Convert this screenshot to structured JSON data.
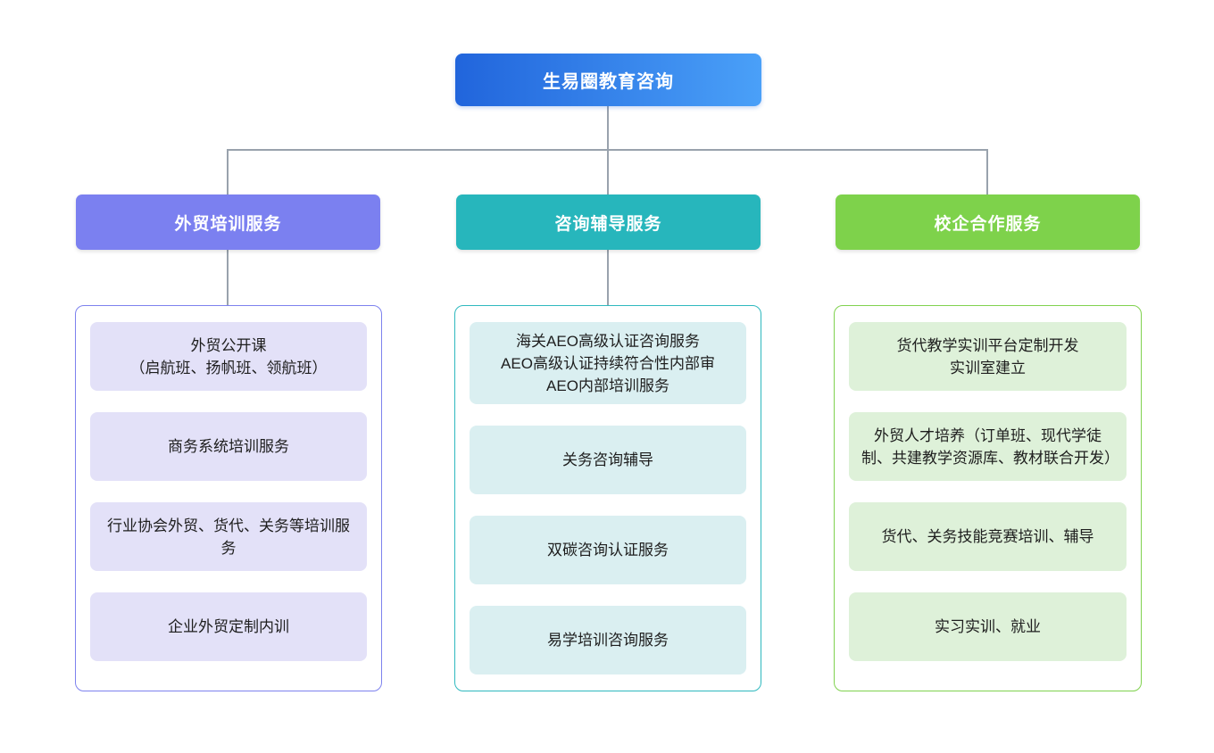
{
  "root": {
    "label": "生易圈教育咨询"
  },
  "branches": [
    {
      "label": "外贸培训服务",
      "items": [
        [
          "外贸公开课",
          "（启航班、扬帆班、领航班）"
        ],
        [
          "商务系统培训服务"
        ],
        [
          "行业协会外贸、货代、关务等培训服务"
        ],
        [
          "企业外贸定制内训"
        ]
      ]
    },
    {
      "label": "咨询辅导服务",
      "items": [
        [
          "海关AEO高级认证咨询服务",
          "AEO高级认证持续符合性内部审",
          "AEO内部培训服务"
        ],
        [
          "关务咨询辅导"
        ],
        [
          "双碳咨询认证服务"
        ],
        [
          "易学培训咨询服务"
        ]
      ]
    },
    {
      "label": "校企合作服务",
      "items": [
        [
          "货代教学实训平台定制开发",
          "实训室建立"
        ],
        [
          "外贸人才培养（订单班、现代学徒制、共建教学资源库、教材联合开发）"
        ],
        [
          "货代、关务技能竞赛培训、辅导"
        ],
        [
          "实习实训、就业"
        ]
      ]
    }
  ],
  "colors": {
    "root_gradient_start": "#2165dc",
    "root_gradient_end": "#4aa0f8",
    "branch1_header": "#7b80f0",
    "branch1_item_bg": "#e3e1f8",
    "branch1_border": "#7d82ee",
    "branch2_header": "#27b6bc",
    "branch2_item_bg": "#daeff1",
    "branch2_border": "#2fb9bf",
    "branch3_header": "#7ed24b",
    "branch3_item_bg": "#def1d9",
    "branch3_border": "#80d24f",
    "connector": "#99a2ad",
    "item_text": "#1e1e1e"
  }
}
